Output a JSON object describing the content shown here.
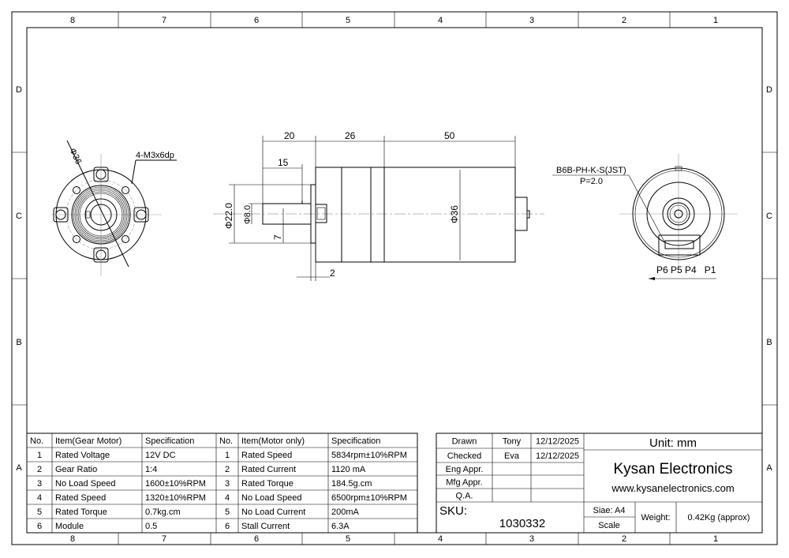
{
  "frame": {
    "columns": [
      "8",
      "7",
      "6",
      "5",
      "4",
      "3",
      "2",
      "1"
    ],
    "rows": [
      "D",
      "C",
      "B",
      "A"
    ]
  },
  "views": {
    "front": {
      "diameter_label": "Φ36",
      "hole_label": "4-M3x6dp"
    },
    "side": {
      "dim_20": "20",
      "dim_26": "26",
      "dim_50": "50",
      "dim_15": "15",
      "dim_phi22": "Φ22.0",
      "dim_phi8": "Φ8.0",
      "dim_7": "7",
      "dim_phi36": "Φ36",
      "dim_2": "2"
    },
    "rear": {
      "connector_label": "B6B-PH-K-S(JST)",
      "pitch_label": "P=2.0",
      "pins_label": "P6 P5 P4   P1"
    }
  },
  "spec_table": {
    "headers": [
      "No.",
      "Item(Gear Motor)",
      "Specification",
      "No.",
      "Item(Motor only)",
      "Specification"
    ],
    "rows": [
      [
        "1",
        "Rated Voltage",
        "12V DC",
        "1",
        "Rated Speed",
        "5834rpm±10%RPM"
      ],
      [
        "2",
        "Gear Ratio",
        "1:4",
        "2",
        "Rated Current",
        "1120 mA"
      ],
      [
        "3",
        "No Load Speed",
        "1600±10%RPM",
        "3",
        "Rated Torque",
        "184.5g.cm"
      ],
      [
        "4",
        "Rated Speed",
        "1320±10%RPM",
        "4",
        "No Load Speed",
        "6500rpm±10%RPM"
      ],
      [
        "5",
        "Rated Torque",
        "0.7kg.cm",
        "5",
        "No Load Current",
        "200mA"
      ],
      [
        "6",
        "Module",
        "0.5",
        "6",
        "Stall Current",
        "6.3A"
      ]
    ]
  },
  "title_block": {
    "approvals": [
      [
        "Drawn",
        "Tony",
        "12/12/2025"
      ],
      [
        "Checked",
        "Eva",
        "12/12/2025"
      ],
      [
        "Eng Appr.",
        "",
        ""
      ],
      [
        "Mfg Appr.",
        "",
        ""
      ],
      [
        "Q.A.",
        "",
        ""
      ]
    ],
    "unit": "Unit: mm",
    "company": "Kysan Electronics",
    "website": "www.kysanelectronics.com",
    "sku_label": "SKU:",
    "sku": "1030332",
    "size": "Siae: A4",
    "scale": "Scale",
    "weight_label": "Weight:",
    "weight": "0.42Kg (approx)"
  }
}
